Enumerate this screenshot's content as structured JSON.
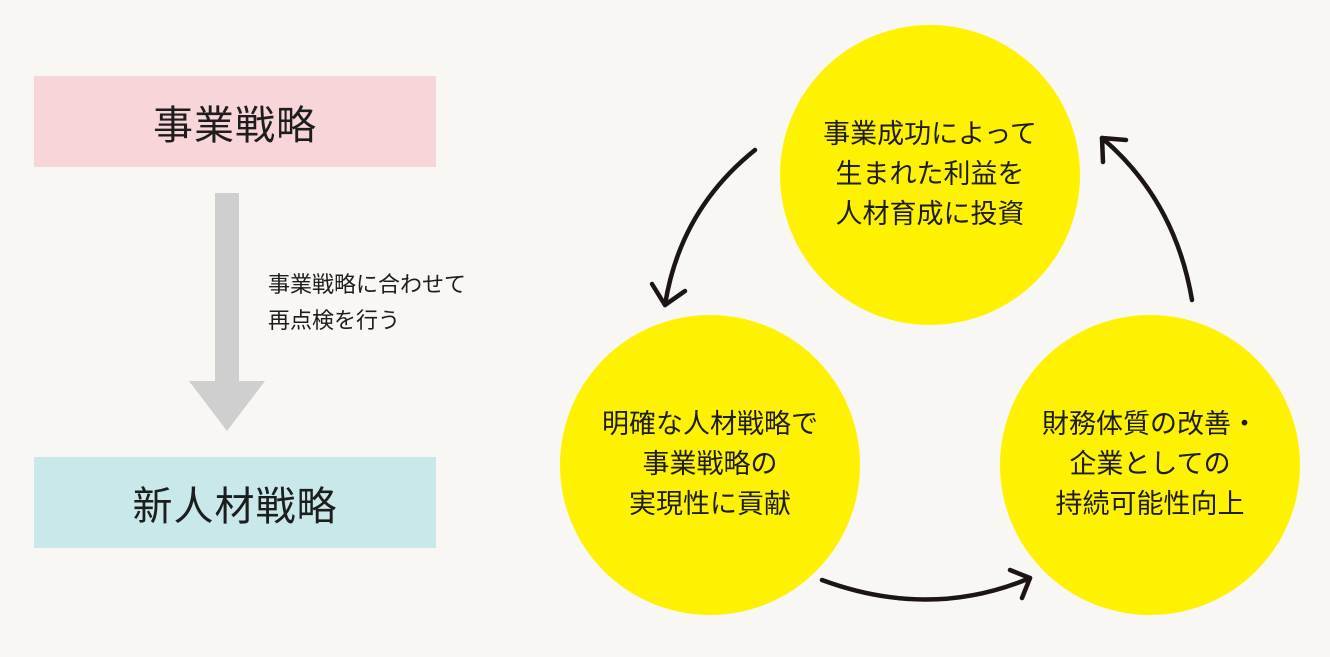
{
  "left_flow": {
    "top_box": "事業戦略",
    "bottom_box": "新人材戦略",
    "note_lines": [
      "事業戦略に合わせて",
      "再点検を行う"
    ]
  },
  "cycle": {
    "top": [
      "事業成功によって",
      "生まれた利益を",
      "人材育成に投資"
    ],
    "left": [
      "明確な人材戦略で",
      "事業戦略の",
      "実現性に貢献"
    ],
    "right": [
      "財務体質の改善・",
      "企業としての",
      "持続可能性向上"
    ]
  },
  "colors": {
    "background": "#f8f7f3",
    "top_box": "#f8d5d9",
    "bottom_box": "#c9e8ea",
    "down_arrow": "#cfcfcf",
    "circle": "#fff200",
    "cycle_arrow": "#1d1414"
  }
}
